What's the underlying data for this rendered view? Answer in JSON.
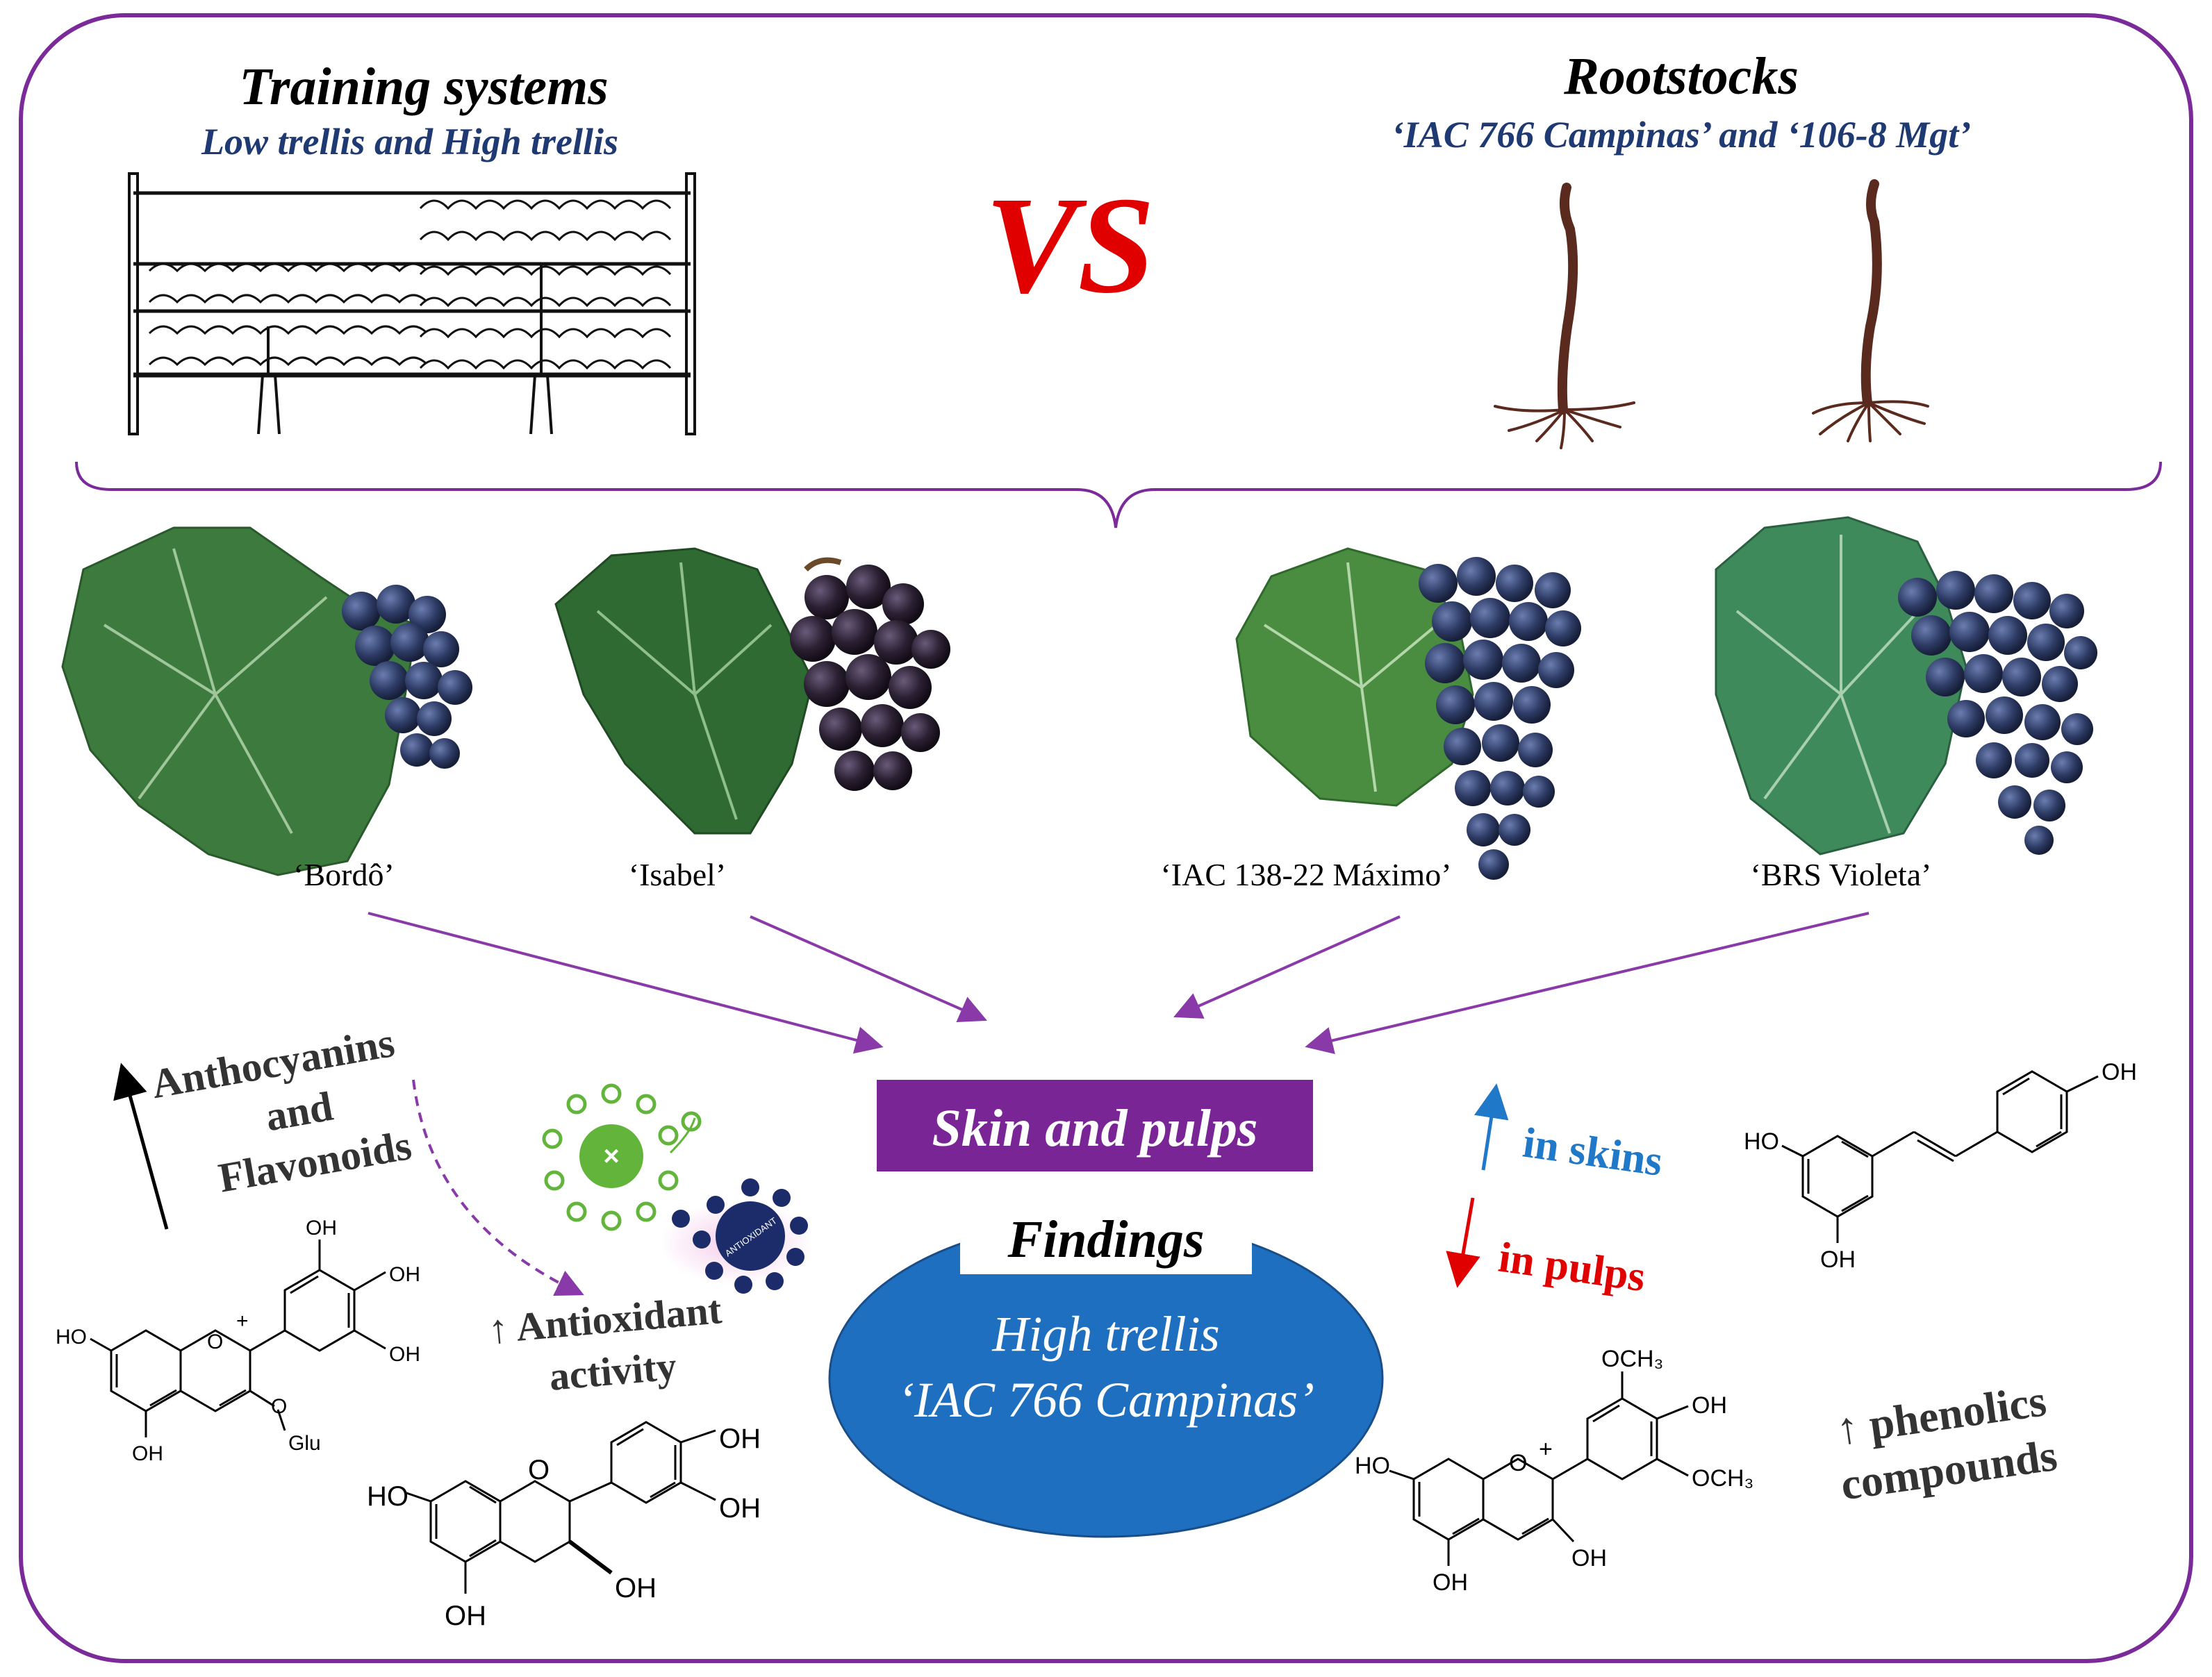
{
  "colors": {
    "frame": "#7b2a9a",
    "arrow": "#8a3aa8",
    "subtitle_blue": "#1f3a73",
    "vs_red": "#e00000",
    "skin_box": "#7a2596",
    "findings_oval": "#1f6fc0",
    "up_blue": "#1f78c8",
    "down_red": "#e00000",
    "leaf_green": "#3c7a3e",
    "grape_blue": "#2e3c66",
    "root_brown": "#5a2a1e",
    "antiox_green": "#62b53a",
    "antiox_navy": "#1c2c6a"
  },
  "header": {
    "training_title": "Training systems",
    "training_subtitle": "Low trellis and High trellis",
    "vs_label": "VS",
    "rootstocks_title": "Rootstocks",
    "rootstocks_subtitle": "‘IAC 766 Campinas’ and ‘106-8 Mgt’"
  },
  "cultivars": [
    {
      "label": "‘Bordô’"
    },
    {
      "label": "‘Isabel’"
    },
    {
      "label": "‘IAC 138-22 Máximo’"
    },
    {
      "label": "‘BRS Violeta’"
    }
  ],
  "center": {
    "skin_pulps": "Skin and pulps",
    "findings_label": "Findings",
    "findings_line1": "High trellis",
    "findings_line2": "‘IAC 766 Campinas’"
  },
  "left": {
    "anthocyanins_line1": "Anthocyanins",
    "anthocyanins_line2": "and",
    "anthocyanins_line3": "Flavonoids",
    "antioxidant_line1": "↑ Antioxidant",
    "antioxidant_line2": "activity",
    "antioxidant_icon_text": "ANTIOXIDANT"
  },
  "right": {
    "up_skins": "in skins",
    "down_pulps": "in pulps",
    "phenolics_line1": "↑ phenolics",
    "phenolics_line2": "compounds"
  },
  "molecules": {
    "delphinidin_glu": {
      "oh1": "OH",
      "oh2": "OH",
      "oh3": "OH",
      "ho": "HO",
      "oh4": "OH",
      "glu": "Glu",
      "plus": "+",
      "o_ring": "O",
      "o_sub": "O"
    },
    "catechin": {
      "oh1": "OH",
      "oh2": "OH",
      "ho": "HO",
      "oh3": "OH",
      "oh4": "OH",
      "o_ring": "O"
    },
    "resveratrol": {
      "oh1": "OH",
      "ho": "HO",
      "oh2": "OH"
    },
    "malvidin": {
      "och3_top": "OCH₃",
      "oh1": "OH",
      "och3_right": "OCH₃",
      "ho": "HO",
      "oh2": "OH",
      "oh3": "OH",
      "plus": "+",
      "o_ring": "O"
    }
  }
}
